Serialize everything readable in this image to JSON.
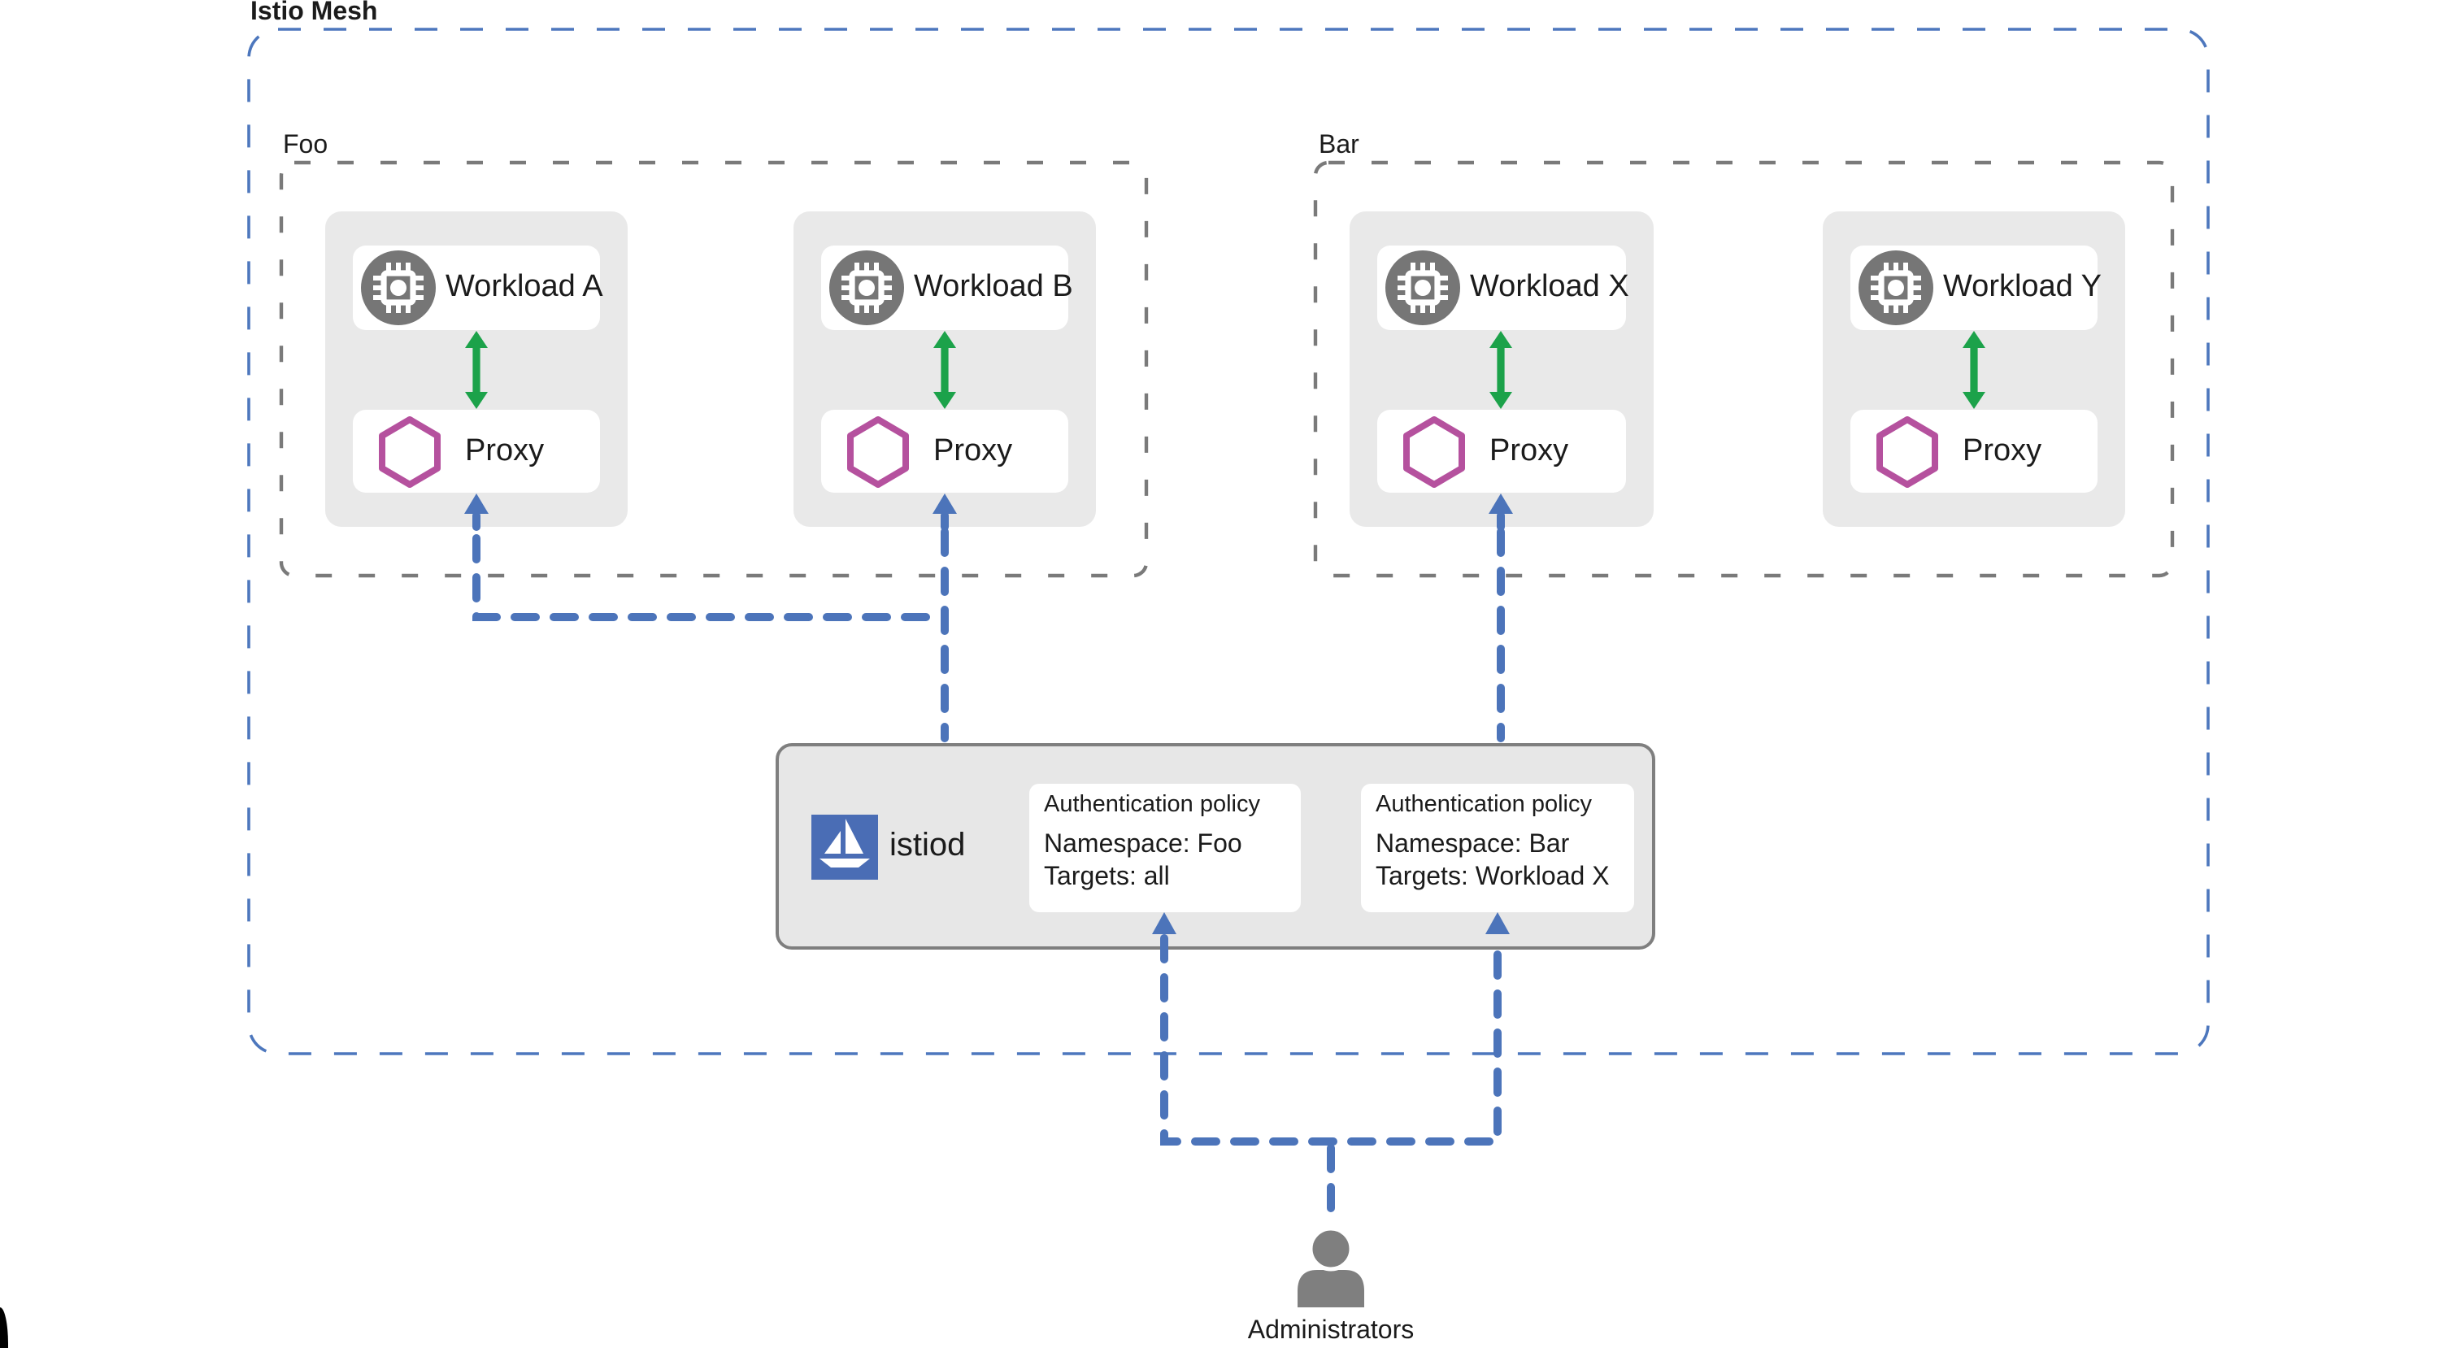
{
  "mesh": {
    "label": "Istio Mesh"
  },
  "namespaces": [
    {
      "label": "Foo",
      "workloads": [
        {
          "label": "Workload A",
          "proxy_label": "Proxy"
        },
        {
          "label": "Workload B",
          "proxy_label": "Proxy"
        }
      ]
    },
    {
      "label": "Bar",
      "workloads": [
        {
          "label": "Workload X",
          "proxy_label": "Proxy"
        },
        {
          "label": "Workload Y",
          "proxy_label": "Proxy"
        }
      ]
    }
  ],
  "istiod": {
    "label": "istiod",
    "policies": [
      {
        "title": "Authentication policy",
        "lines": [
          "Namespace: Foo",
          "Targets: all"
        ]
      },
      {
        "title": "Authentication policy",
        "lines": [
          "Namespace: Bar",
          "Targets: Workload X"
        ]
      }
    ]
  },
  "actor": {
    "label": "Administrators"
  },
  "colors": {
    "mesh_border": "#4d77bd",
    "control_line": "#4c74ba",
    "secure_arrow": "#1ca24a",
    "proxy_hexagon": "#b5519e",
    "workload_icon_bg": "#767676",
    "namespace_border": "#7a7a7a",
    "group_fill": "#e9e9e9",
    "istiod_fill": "#e7e7e7",
    "istiod_border": "#7f7f7f",
    "istio_logo_bg": "#4a6db5",
    "actor_fill": "#7f7f7f",
    "text_color": "#1b1b1b",
    "card_fill": "#ffffff"
  }
}
